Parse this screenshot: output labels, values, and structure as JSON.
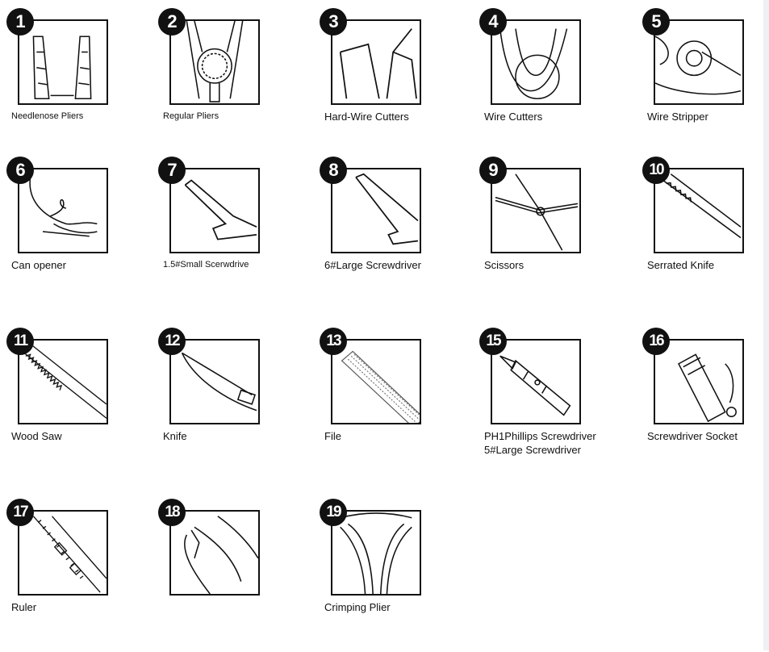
{
  "tools": [
    {
      "number": "1",
      "label": "Needlenose Pliers",
      "icon": "needlenose-pliers-icon"
    },
    {
      "number": "2",
      "label": "Regular Pliers",
      "icon": "regular-pliers-icon"
    },
    {
      "number": "3",
      "label": "Hard-Wire Cutters",
      "icon": "hard-wire-cutters-icon"
    },
    {
      "number": "4",
      "label": "Wire   Cutters",
      "icon": "wire-cutters-icon"
    },
    {
      "number": "5",
      "label": "Wire Stripper",
      "icon": "wire-stripper-icon"
    },
    {
      "number": "6",
      "label": "Can opener",
      "icon": "can-opener-icon"
    },
    {
      "number": "7",
      "label": "1.5#Small Scerwdrive",
      "icon": "small-screwdriver-icon"
    },
    {
      "number": "8",
      "label": "6#Large Screwdriver",
      "icon": "large-screwdriver-icon"
    },
    {
      "number": "9",
      "label": "Scissors",
      "icon": "scissors-icon"
    },
    {
      "number": "10",
      "label": "Serrated Knife",
      "icon": "serrated-knife-icon"
    },
    {
      "number": "11",
      "label": "Wood Saw",
      "icon": "wood-saw-icon"
    },
    {
      "number": "12",
      "label": "Knife",
      "icon": "knife-icon"
    },
    {
      "number": "13",
      "label": "File",
      "icon": "file-icon"
    },
    {
      "number": "15",
      "label": "PH1Phillips Screwdriver",
      "label2": "5#Large Screwdriver",
      "icon": "phillips-screwdriver-icon"
    },
    {
      "number": "16",
      "label": "Screwdriver Socket",
      "icon": "screwdriver-socket-icon"
    },
    {
      "number": "17",
      "label": "Ruler",
      "icon": "ruler-icon"
    },
    {
      "number": "18",
      "label": "",
      "icon": "pliers-closeup-icon"
    },
    {
      "number": "19",
      "label": "Crimping Plier",
      "icon": "crimping-plier-icon"
    }
  ]
}
